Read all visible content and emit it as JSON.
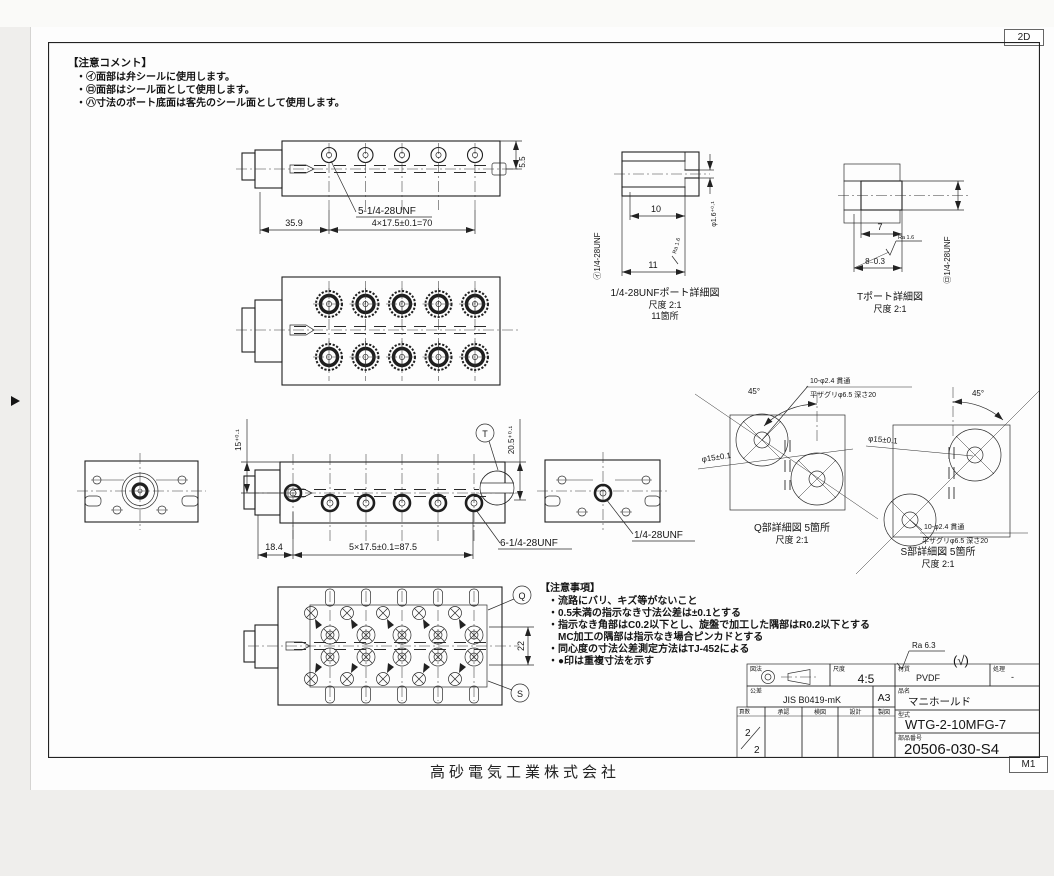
{
  "sheet": {
    "tag_top": "2D",
    "tag_bottom": "M1",
    "company": "高砂電気工業株式会社"
  },
  "colors": {
    "line": "#1f1f1f",
    "paper": "#fdfdfd",
    "background": "#efeeec"
  },
  "notes_comment": {
    "title": "【注意コメント】",
    "items": [
      "・㋑面部は弁シールに使用します。",
      "・㋺面部はシール面として使用します。",
      "・㋩寸法のポート底面は客先のシール面として使用します。"
    ]
  },
  "notes_caution": {
    "title": "【注意事項】",
    "items": [
      "・流路にバリ、キズ等がないこと",
      "・0.5未満の指示なき寸法公差は±0.1とする",
      "・指示なき角部はC0.2以下とし、旋盤で加工した隅部はR0.2以下とする",
      "　MC加工の隅部は指示なき場合ピンカドとする",
      "・同心度の寸法公差測定方法はTJ-452による",
      "・●印は重複寸法を示す"
    ]
  },
  "top_view": {
    "dim_left": "35.9",
    "dim_pitch": "4×17.5±0.1=70",
    "dim_height": "5.5",
    "thread_label": "5-1/4-28UNF"
  },
  "port_detail": {
    "title": "1/4-28UNFポート詳細図",
    "scale": "尺度 2:1",
    "places": "11箇所",
    "dim_top": "10",
    "dim_bottom": "11",
    "dim_bore": "φ1.6⁺⁰·¹",
    "surface": "Ra 1.6",
    "thread_label": "㋑1/4-28UNF"
  },
  "t_port_detail": {
    "title": "Tポート詳細図",
    "scale": "尺度 2:1",
    "dim_depth": "7",
    "dim_full": "8₋0.3",
    "surface": "Ra 1.6",
    "thread_label": "㋺1/4-28UNF"
  },
  "front_view": {
    "dim_v_left": "15⁺⁰·¹",
    "dim_v_right": "20.5⁺⁰·¹",
    "dim_left": "18.4",
    "dim_pitch": "5×17.5±0.1=87.5",
    "thread_label": "6-1/4-28UNF",
    "balloon_t": "T"
  },
  "right_view": {
    "thread_label": "1/4-28UNF"
  },
  "q_detail": {
    "title": "Q部詳細図 5箇所",
    "scale": "尺度 2:1",
    "angle": "45°",
    "holes": "10-φ2.4 貫通",
    "counterbore": "平ザグリφ6.5 深さ20",
    "seal_dia": "φ15±0.1"
  },
  "s_detail": {
    "title": "S部詳細図 5箇所",
    "scale": "尺度 2:1",
    "angle": "45°",
    "holes": "10-φ2.4 貫通",
    "counterbore": "平ザグリφ6.5 深さ20",
    "seal_dia": "φ15±0.1"
  },
  "bottom_view": {
    "dim_width": "22",
    "balloon_q": "Q",
    "balloon_s": "S"
  },
  "surface_note": {
    "ra": "Ra 6.3",
    "others": "(√)"
  },
  "title_block": {
    "projection_label": "図法",
    "scale_label": "尺度",
    "scale": "4:5",
    "tolerance_label": "公差",
    "tolerance": "JIS B0419-mK",
    "size": "A3",
    "material_label": "材質",
    "material": "PVDF",
    "treatment_label": "処理",
    "treatment": "-",
    "name_label": "品名",
    "name": "マニホールド",
    "model_label": "型式",
    "model": "WTG-2-10MFG-7",
    "drawing_no_label": "部品番号",
    "drawing_no": "20506-030-S4",
    "pages_label": "頁数",
    "pages_num": "2",
    "pages_den": "2",
    "sig_columns": [
      "承認",
      "検図",
      "設計",
      "製図"
    ]
  }
}
